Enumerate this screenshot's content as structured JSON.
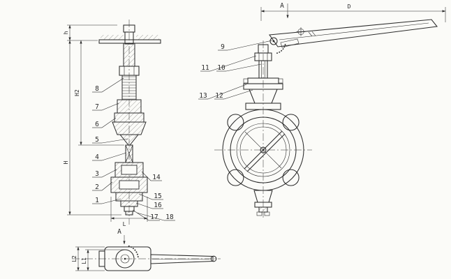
{
  "parts": {
    "n1": "1",
    "n2": "2",
    "n3": "3",
    "n4": "4",
    "n5": "5",
    "n6": "6",
    "n7": "7",
    "n8": "8",
    "n9": "9",
    "n10": "10",
    "n11": "11",
    "n12": "12",
    "n13": "13",
    "n14": "14",
    "n15": "15",
    "n16": "16",
    "n17": "17",
    "n18": "18"
  },
  "dimensions": {
    "head_height": "h",
    "stem_height": "H2",
    "total_height": "H",
    "face_to_face": "L",
    "overall_length": "D",
    "top_view_dim1": "L1",
    "top_view_dim2": "L2"
  },
  "section_marks": {
    "front": "A",
    "top": "A"
  },
  "colors": {
    "line": "#2b2b2b",
    "background": "#fbfbf8"
  }
}
